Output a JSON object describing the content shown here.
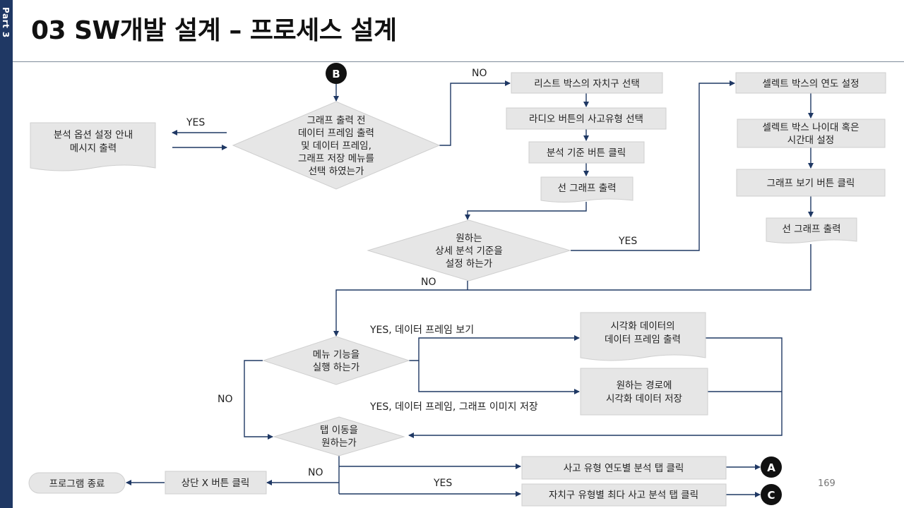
{
  "sidebar": {
    "part_label": "Part 3"
  },
  "header": {
    "title": "03 SW개발 설계 – 프로세스 설계"
  },
  "page_number": "169",
  "connectors": {
    "b": "B",
    "a": "A",
    "c": "C"
  },
  "nodes": {
    "analysis_option_guide": [
      "분석 옵션 설정 안내",
      "메시지 출력"
    ],
    "decision_graph_menu": [
      "그래프 출력 전",
      "데이터 프레임 출력",
      "및 데이터 프레임,",
      "그래프 저장 메뉴를",
      "선택 하였는가"
    ],
    "select_district": [
      "리스트 박스의 자치구 선택"
    ],
    "select_accident_type": [
      "라디오 버튼의 사고유형 선택"
    ],
    "click_analysis_button": [
      "분석 기준 버튼 클릭"
    ],
    "line_graph_output_1": [
      "선 그래프 출력"
    ],
    "decision_detail_criteria": [
      "원하는",
      "상세 분석 기준을",
      "설정 하는가"
    ],
    "select_year": [
      "셀렉트 박스의 연도 설정"
    ],
    "select_age_time": [
      "셀렉트 박스 나이대 혹은",
      "시간대 설정"
    ],
    "click_graph_view": [
      "그래프 보기 버튼 클릭"
    ],
    "line_graph_output_2": [
      "선 그래프 출력"
    ],
    "decision_menu_function": [
      "메뉴 기능을",
      "실행 하는가"
    ],
    "viz_dataframe_output": [
      "시각화 데이터의",
      "데이터 프레임 출력"
    ],
    "viz_data_save": [
      "원하는 경로에",
      "시각화 데이터 저장"
    ],
    "decision_tab_move": [
      "탭 이동을",
      "원하는가"
    ],
    "click_top_x": [
      "상단 X 버튼 클릭"
    ],
    "program_end": [
      "프로그램 종료"
    ],
    "tab_year_analysis": [
      "사고 유형 연도별 분석 탭 클릭"
    ],
    "tab_district_analysis": [
      "자치구 유형별 최다 사고 분석 탭 클릭"
    ]
  },
  "edge_labels": {
    "yes_left": "YES",
    "no_top": "NO",
    "yes_detail": "YES",
    "no_detail": "NO",
    "yes_view_df": "YES, 데이터 프레임 보기",
    "yes_save": "YES, 데이터 프레임, 그래프 이미지 저장",
    "no_menu": "NO",
    "no_tab": "NO",
    "yes_tab": "YES"
  },
  "colors": {
    "sidebar": "#1f3864",
    "shape_fill": "#e6e6e6",
    "arrow": "#1f3864",
    "connector_fill": "#111111"
  }
}
